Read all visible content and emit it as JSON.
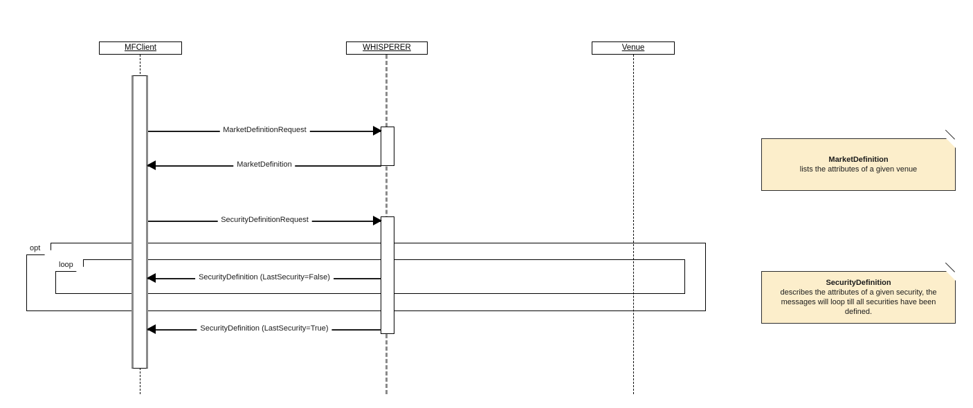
{
  "diagram": {
    "type": "uml-sequence-diagram",
    "lifelines": [
      {
        "id": "mfclient",
        "name": "MFClient"
      },
      {
        "id": "whisperer",
        "name": "WHISPERER"
      },
      {
        "id": "venue",
        "name": "Venue"
      }
    ],
    "messages": [
      {
        "label": "MarketDefinitionRequest",
        "from": "MFClient",
        "to": "WHISPERER",
        "direction": "right"
      },
      {
        "label": "MarketDefinition",
        "from": "WHISPERER",
        "to": "MFClient",
        "direction": "left"
      },
      {
        "label": "SecurityDefinitionRequest",
        "from": "MFClient",
        "to": "WHISPERER",
        "direction": "right"
      },
      {
        "label": "SecurityDefinition (LastSecurity=False)",
        "from": "WHISPERER",
        "to": "MFClient",
        "direction": "left"
      },
      {
        "label": "SecurityDefinition (LastSecurity=True)",
        "from": "WHISPERER",
        "to": "MFClient",
        "direction": "left"
      }
    ],
    "fragments": [
      {
        "id": "opt",
        "label": "opt"
      },
      {
        "id": "loop",
        "label": "loop"
      }
    ],
    "notes": [
      {
        "id": "market-definition-note",
        "title": "MarketDefinition",
        "body": "lists the attributes of a given venue"
      },
      {
        "id": "security-definition-note",
        "title": "SecurityDefinition",
        "body": "describes the attributes of a given security, the messages will loop till all securities have been defined."
      }
    ],
    "colors": {
      "note_fill": "#fceecb",
      "note_border": "#2b2b2b",
      "line": "#1a1a1a",
      "activation_gray": "#8a8a8a",
      "background": "#ffffff"
    }
  }
}
